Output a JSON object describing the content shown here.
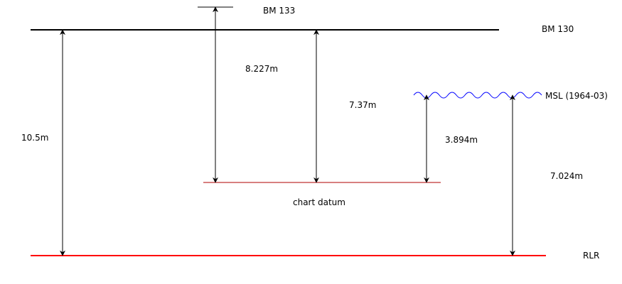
{
  "diagram": {
    "title": "",
    "colors": {
      "datum_line": "#000000",
      "chart_datum": "#b00000",
      "rlr": "#ff0000",
      "msl_wave": "#0000ff",
      "arrow": "#000000"
    },
    "levels": [
      {
        "id": "bm133",
        "label": "BM 133"
      },
      {
        "id": "bm130",
        "label": "BM 130"
      },
      {
        "id": "msl",
        "label": "MSL (1964-03)"
      },
      {
        "id": "chart_datum",
        "label": "chart datum"
      },
      {
        "id": "rlr",
        "label": "RLR"
      }
    ],
    "measurements": [
      {
        "id": "bm130_to_rlr",
        "label": "10.5m"
      },
      {
        "id": "bm133_to_chart_datum",
        "label": "8.227m"
      },
      {
        "id": "bm130_to_chart_datum",
        "label": "7.37m"
      },
      {
        "id": "msl_to_chart_datum",
        "label": "3.894m"
      },
      {
        "id": "msl_to_rlr",
        "label": "7.024m"
      }
    ]
  }
}
